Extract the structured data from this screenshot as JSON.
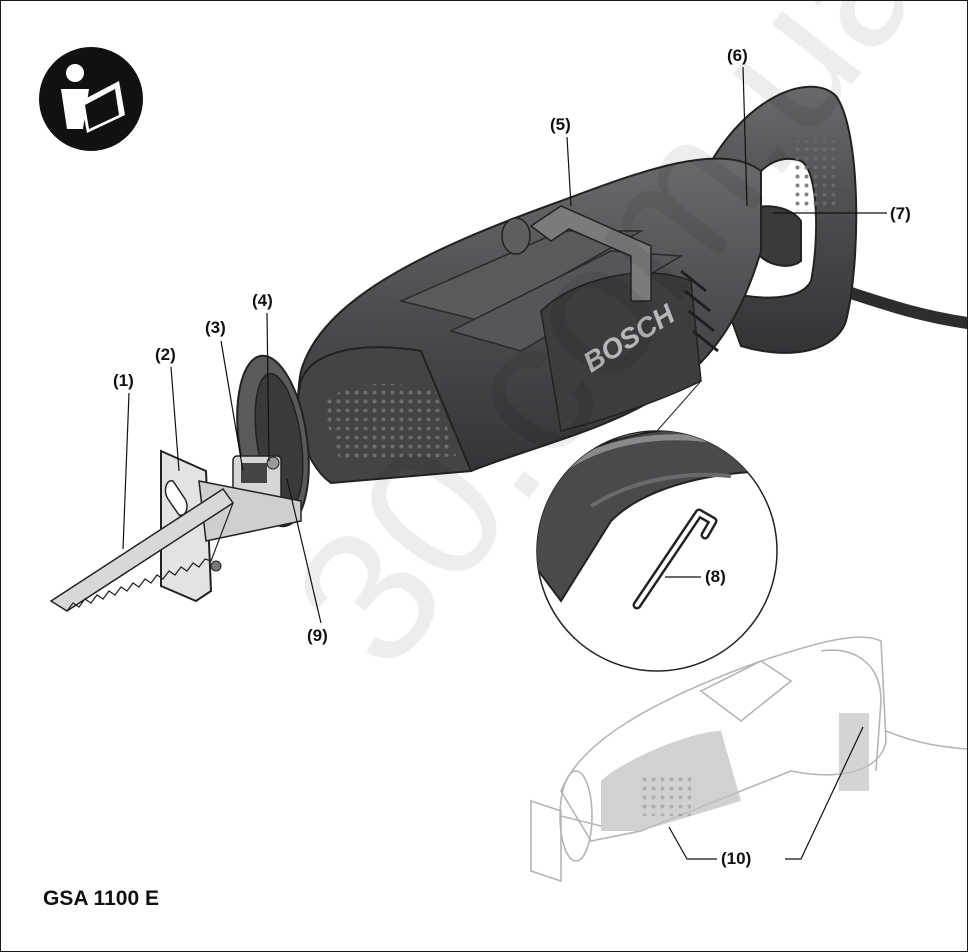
{
  "model_name": "GSA 1100 E",
  "watermark_text": "30.com.ua",
  "brand_mark": "BOSCH",
  "icons": {
    "manual": "read-manual-icon"
  },
  "colors": {
    "tool_body": "#4a4a4d",
    "tool_dark": "#2d2d30",
    "blade": "#c9c9c9",
    "ghost": "#cfcfcf"
  },
  "callouts": [
    {
      "id": "1",
      "label": "(1)"
    },
    {
      "id": "2",
      "label": "(2)"
    },
    {
      "id": "3",
      "label": "(3)"
    },
    {
      "id": "4",
      "label": "(4)"
    },
    {
      "id": "5",
      "label": "(5)"
    },
    {
      "id": "6",
      "label": "(6)"
    },
    {
      "id": "7",
      "label": "(7)"
    },
    {
      "id": "8",
      "label": "(8)"
    },
    {
      "id": "9",
      "label": "(9)"
    },
    {
      "id": "10",
      "label": "(10)"
    }
  ]
}
